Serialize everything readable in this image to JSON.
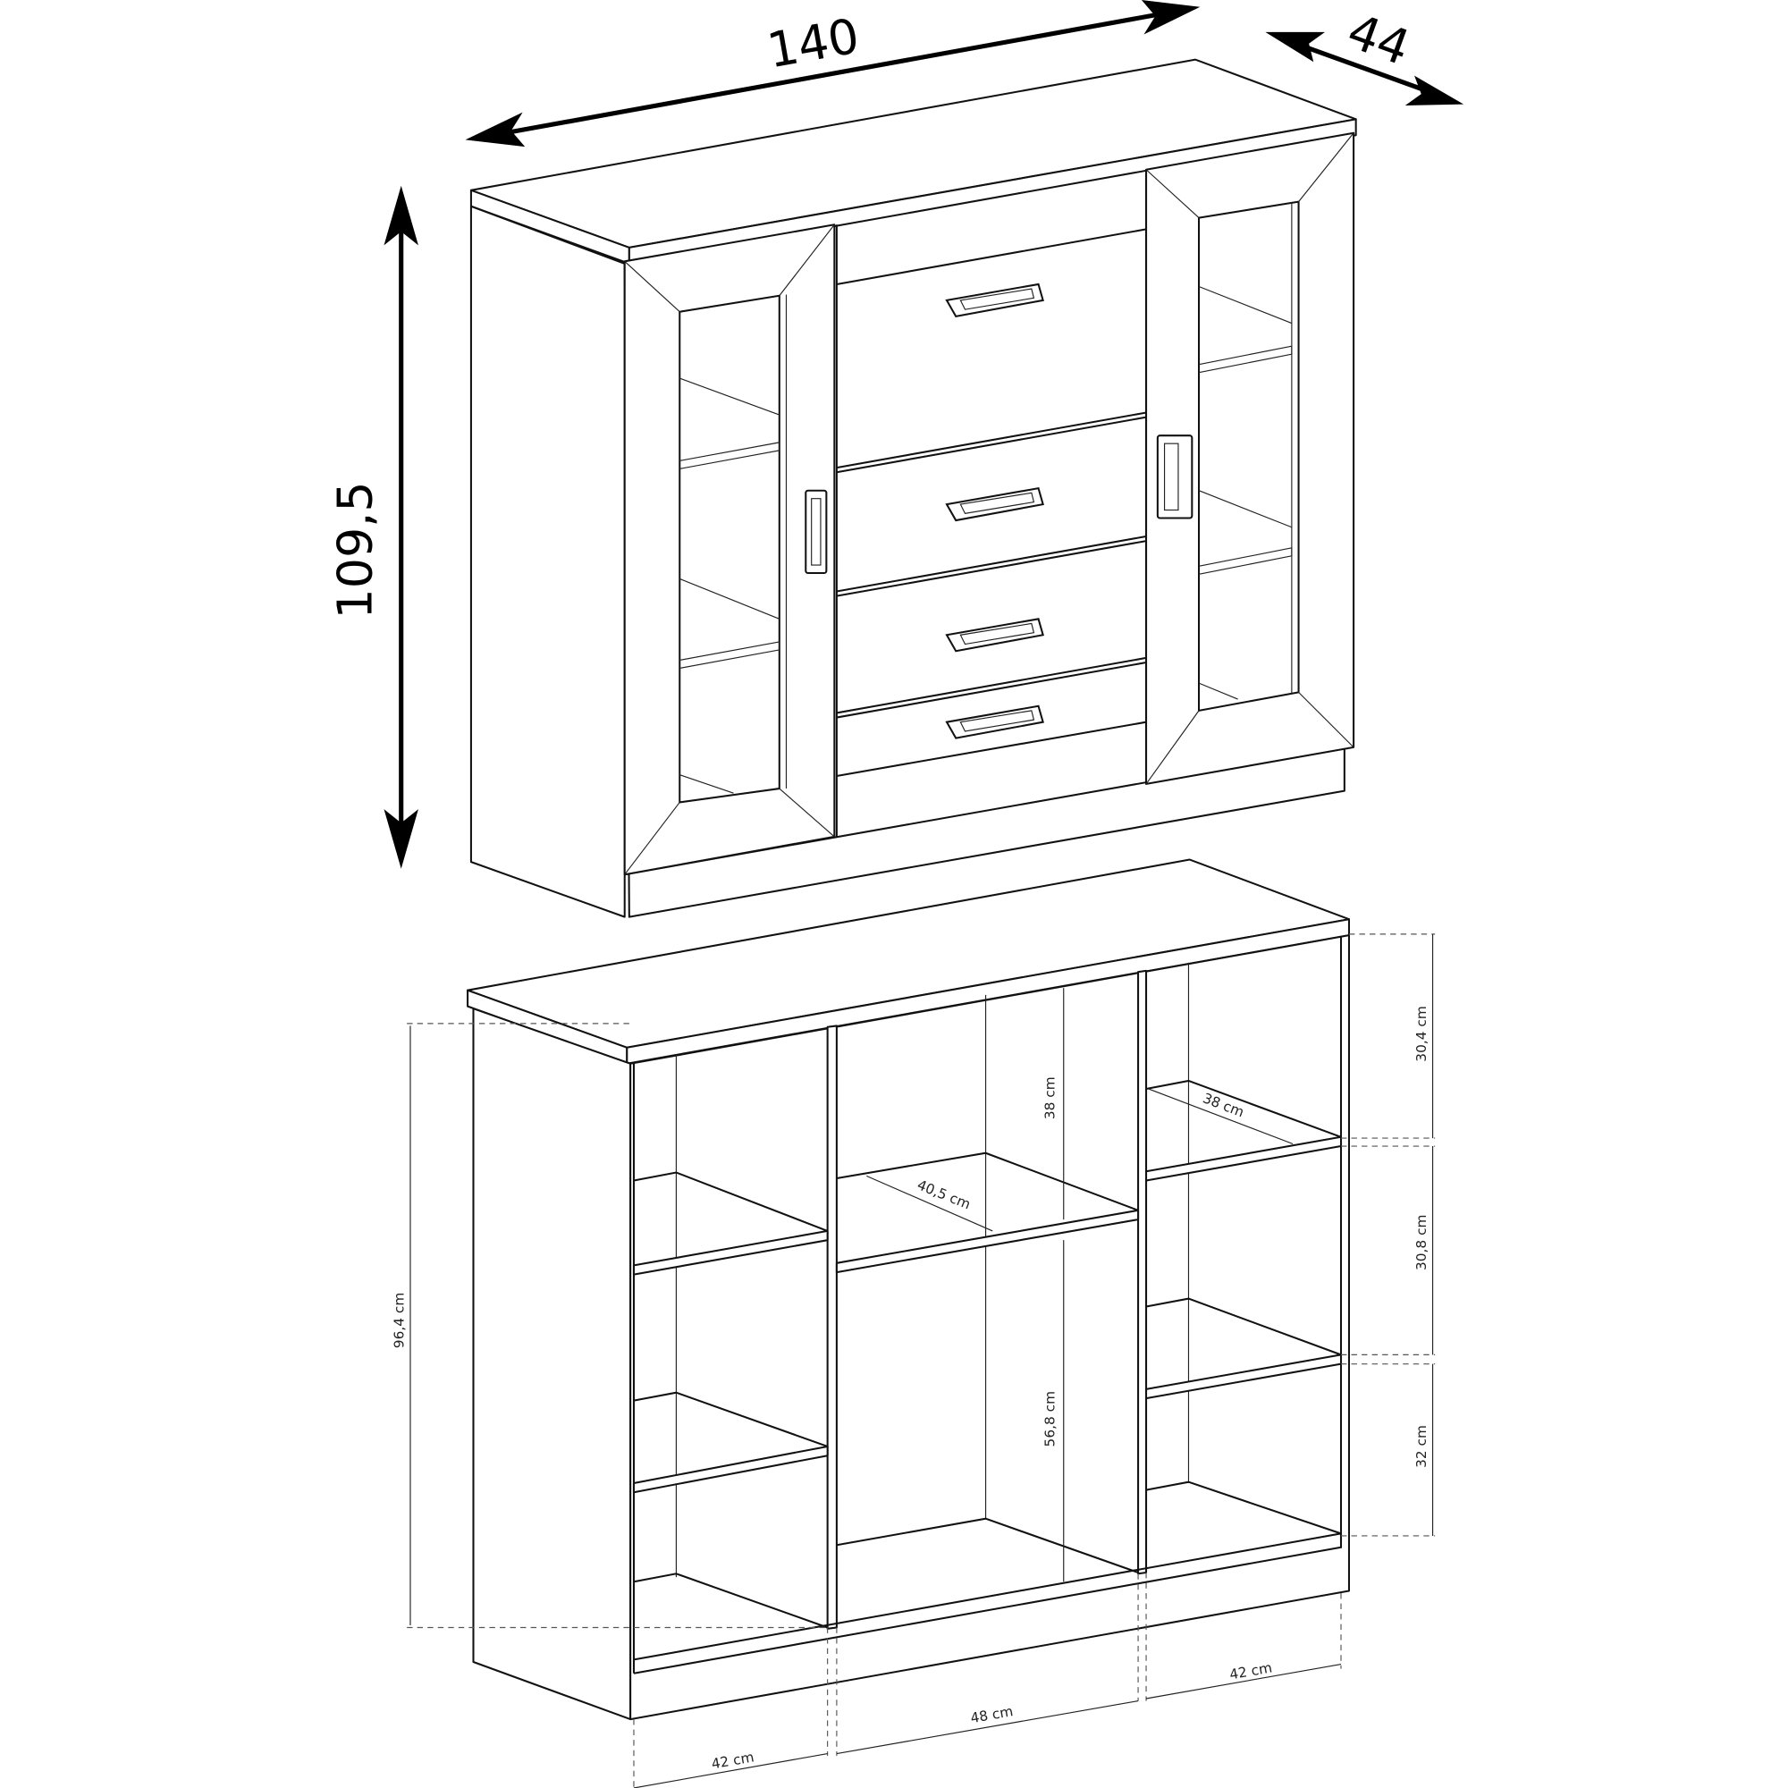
{
  "upper_cabinet": {
    "width_label": "140",
    "depth_label": "44",
    "height_label": "109,5"
  },
  "lower_cabinet": {
    "total_inner_height": "96,4 cm",
    "center_top_height": "38 cm",
    "center_shelf_depth": "40,5 cm",
    "center_bottom_height": "56,8 cm",
    "right_shelf_depth": "38 cm",
    "right_top_height": "30,4 cm",
    "right_middle_height": "30,8 cm",
    "right_bottom_height": "32 cm",
    "left_width": "42 cm",
    "center_width": "48 cm",
    "right_width": "42 cm"
  }
}
